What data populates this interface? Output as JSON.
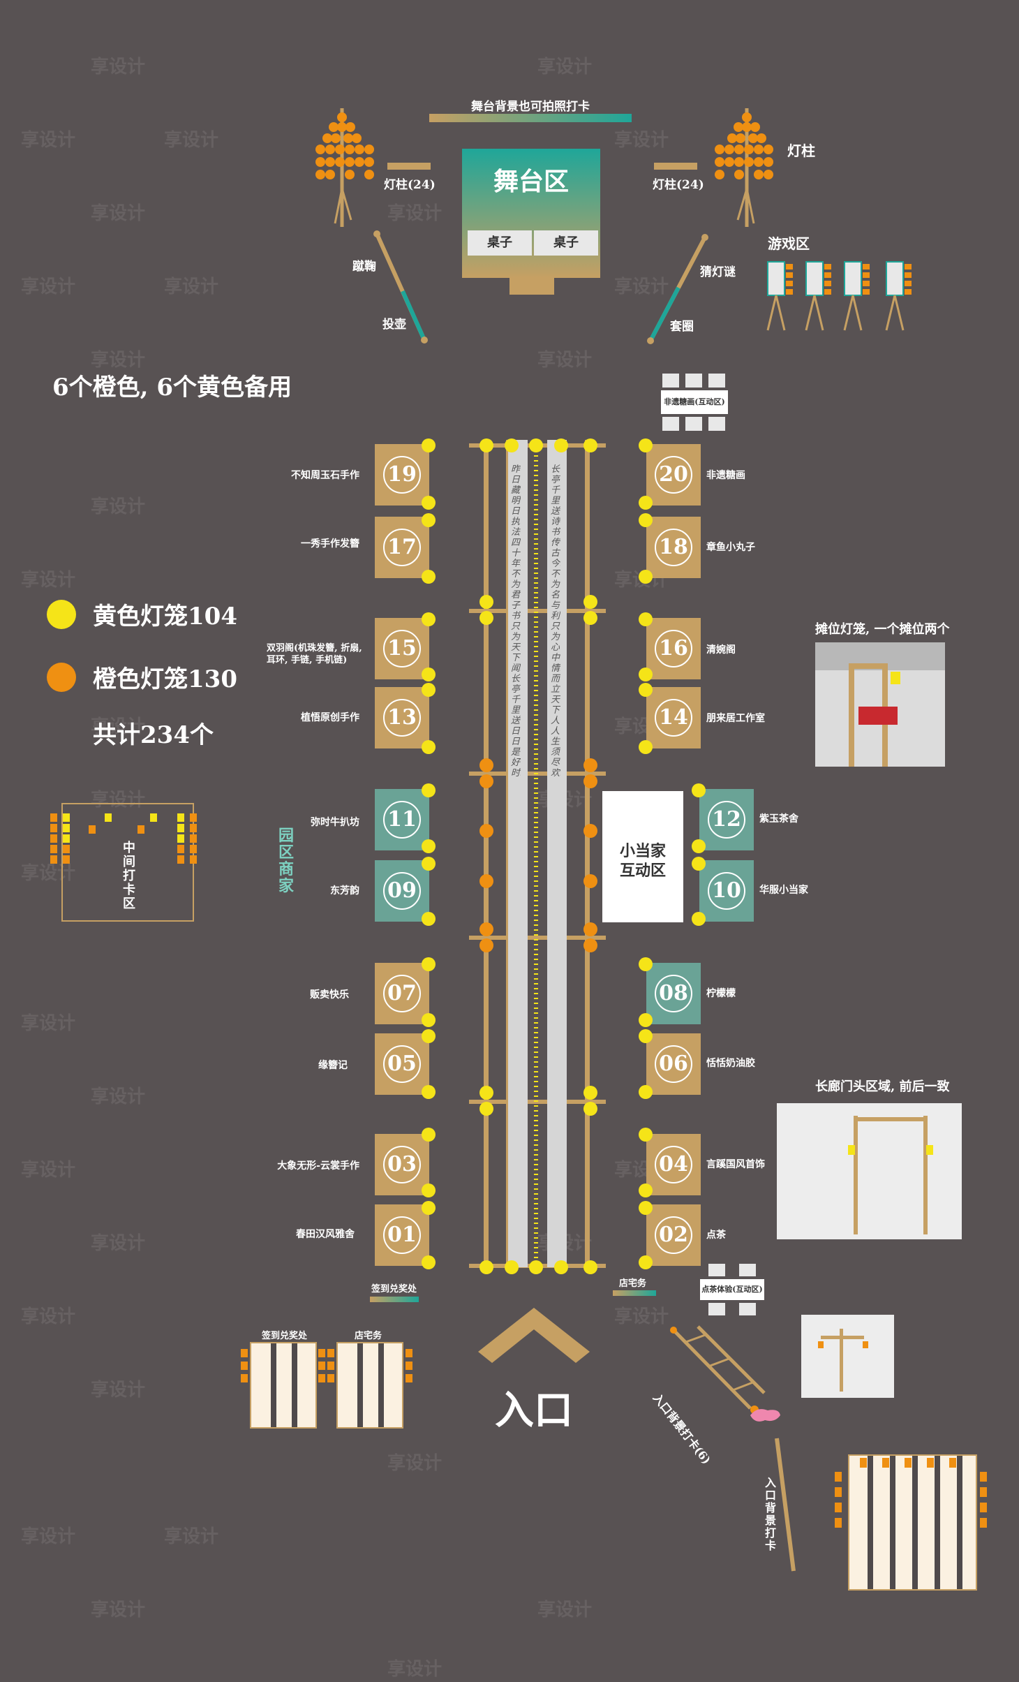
{
  "stage": {
    "backdrop_note": "舞台背景也可拍照打卡",
    "title": "舞台区",
    "table_left": "桌子",
    "table_right": "桌子",
    "light_pillar_left": "灯柱(24)",
    "light_pillar_right": "灯柱(24)",
    "light_pillar_top": "灯柱",
    "game_zone": "游戏区",
    "cuju": "蹴鞠",
    "touhu": "投壶",
    "lantern_riddle": "猜灯谜",
    "ring_toss": "套圈"
  },
  "spare_note": "6个橙色, 6个黄色备用",
  "legend": {
    "yellow": "黄色灯笼104",
    "orange": "橙色灯笼130",
    "total": "共计234个",
    "yellow_color": "#F5E418",
    "orange_color": "#EF9012"
  },
  "middle_checkin": "中间打卡区",
  "park_merchants": "园区商家",
  "heritage_top": "非遗糖画(互动区)",
  "interactive_zone_line1": "小当家",
  "interactive_zone_line2": "互动区",
  "booths": [
    {
      "num": "19",
      "name": "不知周玉石手作"
    },
    {
      "num": "17",
      "name": "一秀手作发簪"
    },
    {
      "num": "15",
      "name": "双羽阁(机珠发簪, 折扇, 耳环, 手链, 手机链)"
    },
    {
      "num": "13",
      "name": "植悟原创手作"
    },
    {
      "num": "11",
      "name": "弥时牛扒坊"
    },
    {
      "num": "09",
      "name": "东芳韵"
    },
    {
      "num": "07",
      "name": "贩卖快乐"
    },
    {
      "num": "05",
      "name": "缘簪记"
    },
    {
      "num": "03",
      "name": "大象无形-云裳手作"
    },
    {
      "num": "01",
      "name": "春田汉风雅舍"
    },
    {
      "num": "20",
      "name": "非遗糖画"
    },
    {
      "num": "18",
      "name": "章鱼小丸子"
    },
    {
      "num": "16",
      "name": "清婉阁"
    },
    {
      "num": "14",
      "name": "朋来居工作室"
    },
    {
      "num": "12",
      "name": "紫玉茶舍"
    },
    {
      "num": "10",
      "name": "华服小当家"
    },
    {
      "num": "08",
      "name": "柠檬檬"
    },
    {
      "num": "06",
      "name": "恬恬奶油胶"
    },
    {
      "num": "04",
      "name": "言蹊国风首饰"
    },
    {
      "num": "02",
      "name": "点茶"
    }
  ],
  "booth_lantern_note": "摊位灯笼, 一个摊位两个",
  "corridor_note": "长廊门头区域, 前后一致",
  "tea_experience": "点茶体验(互动区)",
  "signin_small": "签到兑奖处",
  "store_small": "店宅务",
  "signin_kiosk": "签到兑奖处",
  "store_kiosk": "店宅务",
  "entrance": "入口",
  "entrance_backdrop": "入口背景打卡(6)",
  "entrance_checkin": "入口背景打卡",
  "watermark": "享设计",
  "calligraphy_left": "昨日藏明日，执法四十年。不为君子书，只为天下闻。长亭千里送，日日是好时。",
  "calligraphy_right": "长亭千里送，诗书传古今。不为名与利，只为心中情。而立天下人，人生须尽欢。"
}
